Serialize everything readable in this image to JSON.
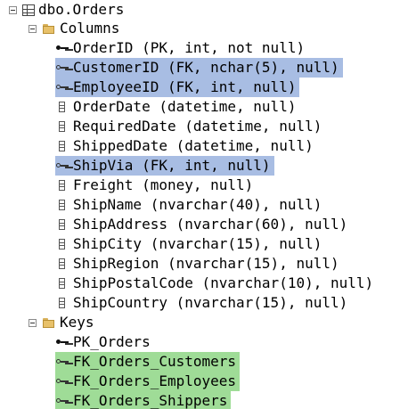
{
  "tree": {
    "table": {
      "label": "dbo.Orders",
      "icon": "table-icon"
    },
    "columns_folder": {
      "label": "Columns",
      "icon": "folder-icon"
    },
    "columns": [
      {
        "label": "OrderID (PK, int, not null)",
        "icon": "primary-key-icon",
        "highlight": "none"
      },
      {
        "label": "CustomerID (FK, nchar(5), null)",
        "icon": "foreign-key-icon",
        "highlight": "blue"
      },
      {
        "label": "EmployeeID (FK, int, null)",
        "icon": "foreign-key-icon",
        "highlight": "blue"
      },
      {
        "label": "OrderDate (datetime, null)",
        "icon": "column-icon",
        "highlight": "none"
      },
      {
        "label": "RequiredDate (datetime, null)",
        "icon": "column-icon",
        "highlight": "none"
      },
      {
        "label": "ShippedDate (datetime, null)",
        "icon": "column-icon",
        "highlight": "none"
      },
      {
        "label": "ShipVia (FK, int, null)",
        "icon": "foreign-key-icon",
        "highlight": "blue"
      },
      {
        "label": "Freight (money, null)",
        "icon": "column-icon",
        "highlight": "none"
      },
      {
        "label": "ShipName (nvarchar(40), null)",
        "icon": "column-icon",
        "highlight": "none"
      },
      {
        "label": "ShipAddress (nvarchar(60), null)",
        "icon": "column-icon",
        "highlight": "none"
      },
      {
        "label": "ShipCity (nvarchar(15), null)",
        "icon": "column-icon",
        "highlight": "none"
      },
      {
        "label": "ShipRegion (nvarchar(15), null)",
        "icon": "column-icon",
        "highlight": "none"
      },
      {
        "label": "ShipPostalCode (nvarchar(10), null)",
        "icon": "column-icon",
        "highlight": "none"
      },
      {
        "label": "ShipCountry (nvarchar(15), null)",
        "icon": "column-icon",
        "highlight": "none"
      }
    ],
    "keys_folder": {
      "label": "Keys",
      "icon": "folder-icon"
    },
    "keys": [
      {
        "label": "PK_Orders",
        "icon": "primary-key-icon",
        "highlight": "none"
      },
      {
        "label": "FK_Orders_Customers",
        "icon": "foreign-key-icon",
        "highlight": "green"
      },
      {
        "label": "FK_Orders_Employees",
        "icon": "foreign-key-icon",
        "highlight": "green"
      },
      {
        "label": "FK_Orders_Shippers",
        "icon": "foreign-key-icon",
        "highlight": "green"
      }
    ],
    "colors": {
      "fk_column_highlight": "#a8bde3",
      "fk_key_highlight": "#9fdc97"
    }
  }
}
